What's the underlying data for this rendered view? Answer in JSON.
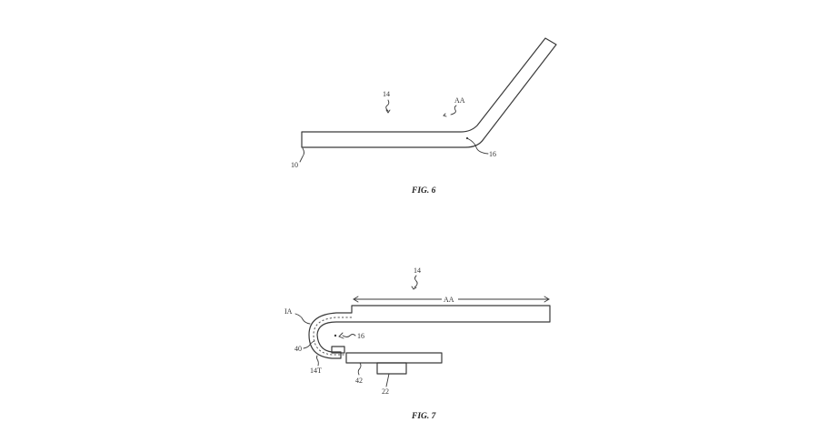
{
  "fig6": {
    "caption": "FIG. 6",
    "labels": {
      "display": "14",
      "active_area": "AA",
      "bend": "16",
      "substrate": "10"
    }
  },
  "fig7": {
    "caption": "FIG. 7",
    "labels": {
      "display": "14",
      "active_area": "AA",
      "inactive_area": "IA",
      "bend": "16",
      "layer40": "40",
      "tail": "14T",
      "part42": "42",
      "part22": "22"
    }
  }
}
